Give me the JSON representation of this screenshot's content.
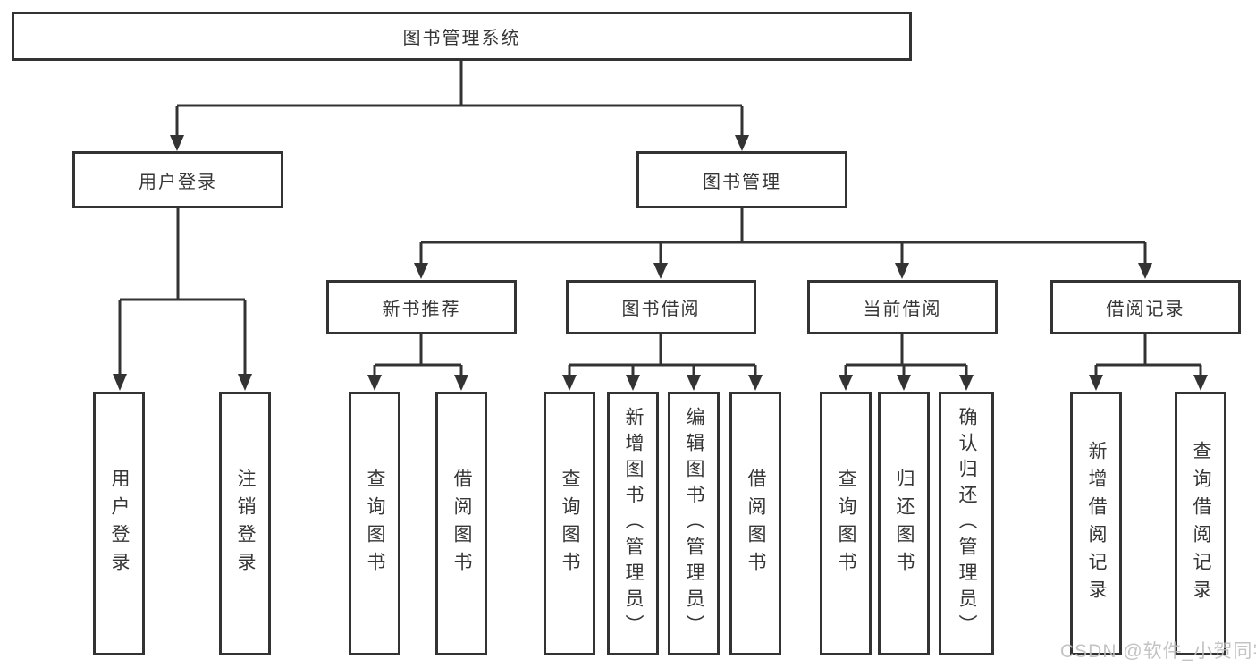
{
  "diagram": {
    "tree": {
      "root": "图书管理系统",
      "children": [
        {
          "label": "用户登录",
          "children": [
            "用户登录",
            "注销登录"
          ]
        },
        {
          "label": "图书管理",
          "children": [
            {
              "label": "新书推荐",
              "children": [
                "查询图书",
                "借阅图书"
              ]
            },
            {
              "label": "图书借阅",
              "children": [
                "查询图书",
                "新增图书（管理员）",
                "编辑图书（管理员）",
                "借阅图书"
              ]
            },
            {
              "label": "当前借阅",
              "children": [
                "查询图书",
                "归还图书",
                "确认归还（管理员）"
              ]
            },
            {
              "label": "借阅记录",
              "children": [
                "新增借阅记录",
                "查询借阅记录"
              ]
            }
          ]
        }
      ]
    },
    "watermark": "CSDN @软件_小贺同学",
    "colors": {
      "line": "#333333",
      "text": "#363636",
      "background": "#ffffff",
      "watermark": "#bdbdbd"
    }
  }
}
